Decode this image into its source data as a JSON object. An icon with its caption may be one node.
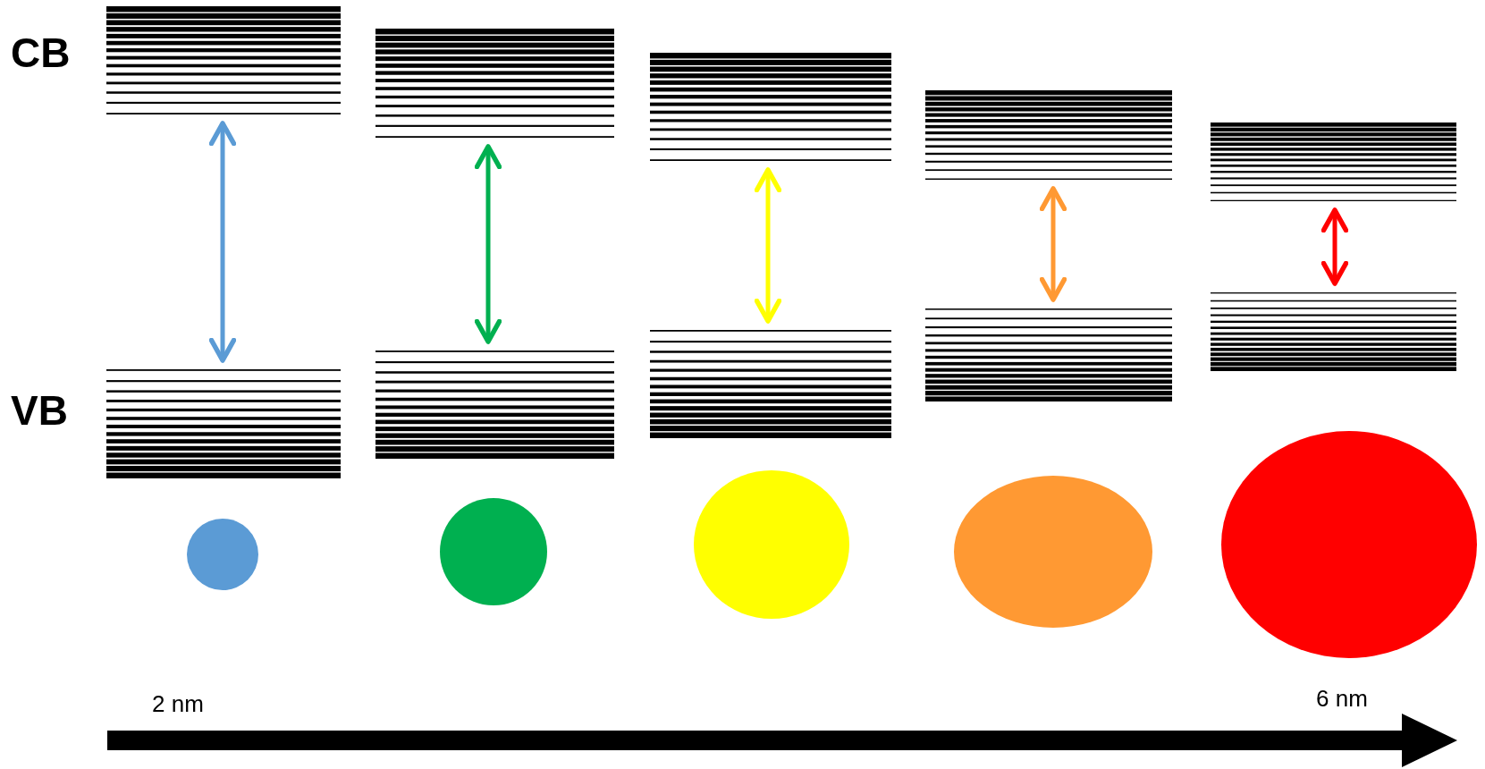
{
  "diagram": {
    "nodes": [
      {
        "text": [],
        "shape": "bar"
      },
      {
        "text": [],
        "shape": "bar"
      },
      {
        "text": [],
        "shape": "bar"
      },
      {
        "text": [],
        "shape": "bar"
      },
      {
        "text": [],
        "shape": "bar"
      },
      {
        "text": [],
        "shape": "bar"
      },
      {
        "text": [],
        "shape": "bar"
      },
      {
        "text": [],
        "shape": "bar"
      },
      {
        "text": [],
        "shape": "bar"
      },
      {
        "text": [],
        "shape": "bar"
      },
      {
        "text": [],
        "shape": "circle"
      },
      {
        "text": [],
        "shape": "circle"
      },
      {
        "text": [],
        "shape": "circle"
      },
      {
        "text": [],
        "shape": "circle"
      },
      {
        "text": [],
        "shape": "circle"
      }
    ],
    "edges": [
      {
        "from": 0,
        "to": 1,
        "arrow": "both",
        "color": "#5b9bd5"
      },
      {
        "from": 2,
        "to": 3,
        "arrow": "both",
        "color": "#00b050"
      },
      {
        "from": 4,
        "to": 5,
        "arrow": "both",
        "color": "#ffff00"
      },
      {
        "from": 6,
        "to": 7,
        "arrow": "both",
        "color": "#ff9933"
      },
      {
        "from": 8,
        "to": 9,
        "arrow": "both",
        "color": "#ff0000"
      }
    ],
    "labels": [
      "CB",
      "VB",
      "2 nm",
      "6 nm"
    ]
  }
}
